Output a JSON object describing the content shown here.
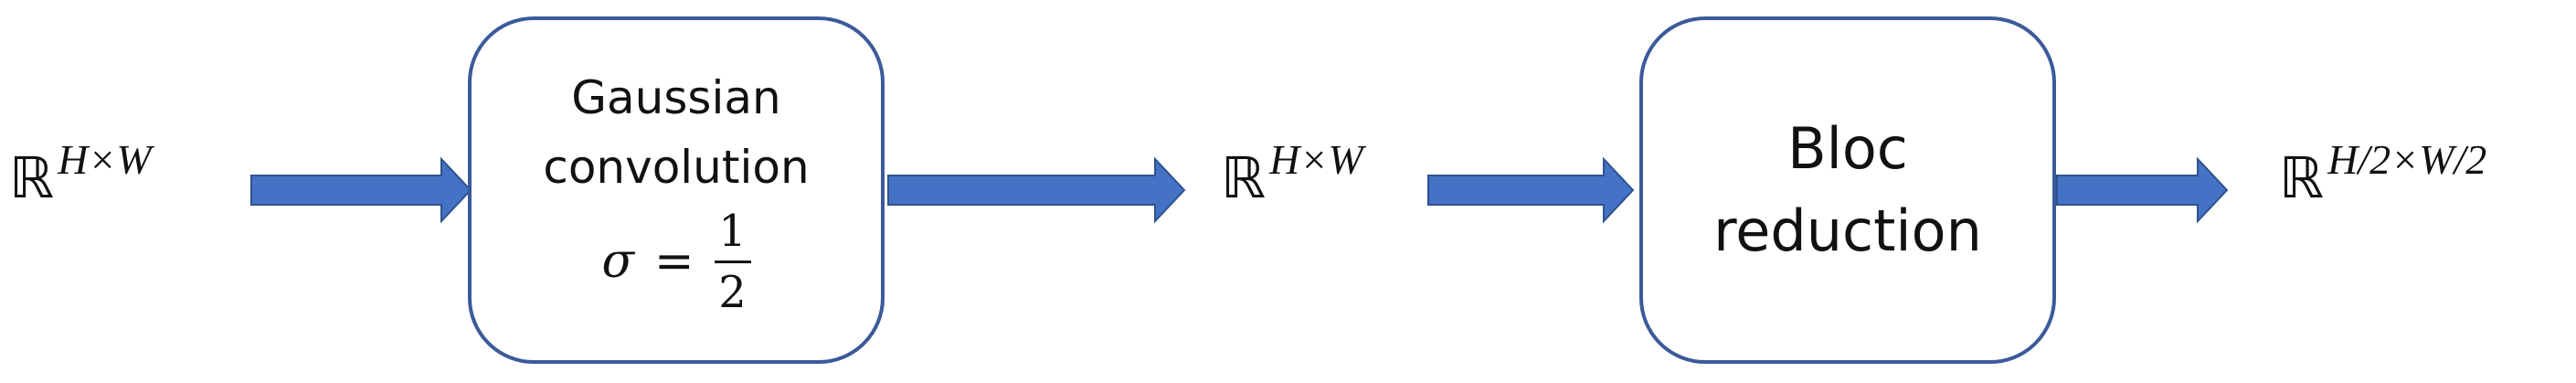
{
  "diagram": {
    "input_label": {
      "base": "ℝ",
      "exponent": "H×W"
    },
    "gaussian_box": {
      "line1": "Gaussian",
      "line2": "convolution",
      "sigma_symbol": "σ",
      "equals": "=",
      "numerator": "1",
      "denominator": "2"
    },
    "middle_label": {
      "base": "ℝ",
      "exponent": "H×W"
    },
    "bloc_box": {
      "line1": "Bloc",
      "line2": "reduction"
    },
    "output_label": {
      "base": "ℝ",
      "exponent": "H/2×W/2"
    }
  },
  "colors": {
    "arrow_fill": "#4472c4",
    "arrow_stroke": "#2f528f",
    "box_border": "#3b5a9a",
    "text": "#111111"
  }
}
